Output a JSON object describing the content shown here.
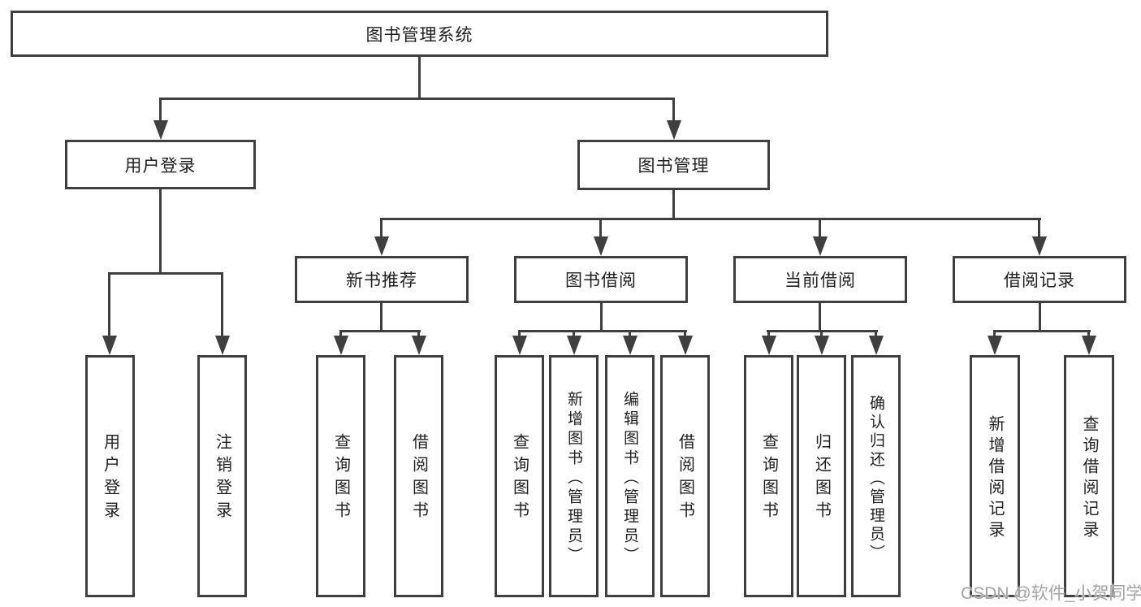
{
  "tree": {
    "root": {
      "label": "图书管理系统"
    },
    "level2": [
      {
        "label": "用户登录",
        "children": [
          {
            "label": "用户登录"
          },
          {
            "label": "注销登录"
          }
        ]
      },
      {
        "label": "图书管理",
        "children": [
          {
            "label": "新书推荐",
            "children": [
              {
                "label": "查询图书"
              },
              {
                "label": "借阅图书"
              }
            ]
          },
          {
            "label": "图书借阅",
            "children": [
              {
                "label": "查询图书"
              },
              {
                "label": "新增图书（管理员）"
              },
              {
                "label": "编辑图书（管理员）"
              },
              {
                "label": "借阅图书"
              }
            ]
          },
          {
            "label": "当前借阅",
            "children": [
              {
                "label": "查询图书"
              },
              {
                "label": "归还图书"
              },
              {
                "label": "确认归还（管理员）"
              }
            ]
          },
          {
            "label": "借阅记录",
            "children": [
              {
                "label": "新增借阅记录"
              },
              {
                "label": "查询借阅记录"
              }
            ]
          }
        ]
      }
    ]
  },
  "watermark": {
    "text": "CSDN @软件_小贺同学"
  },
  "colors": {
    "line": "#3f3f3f",
    "text": "#1f1f1f",
    "box_background": "#ffffff",
    "page_background": "#ffffff",
    "watermark": "#a3a3a3"
  }
}
